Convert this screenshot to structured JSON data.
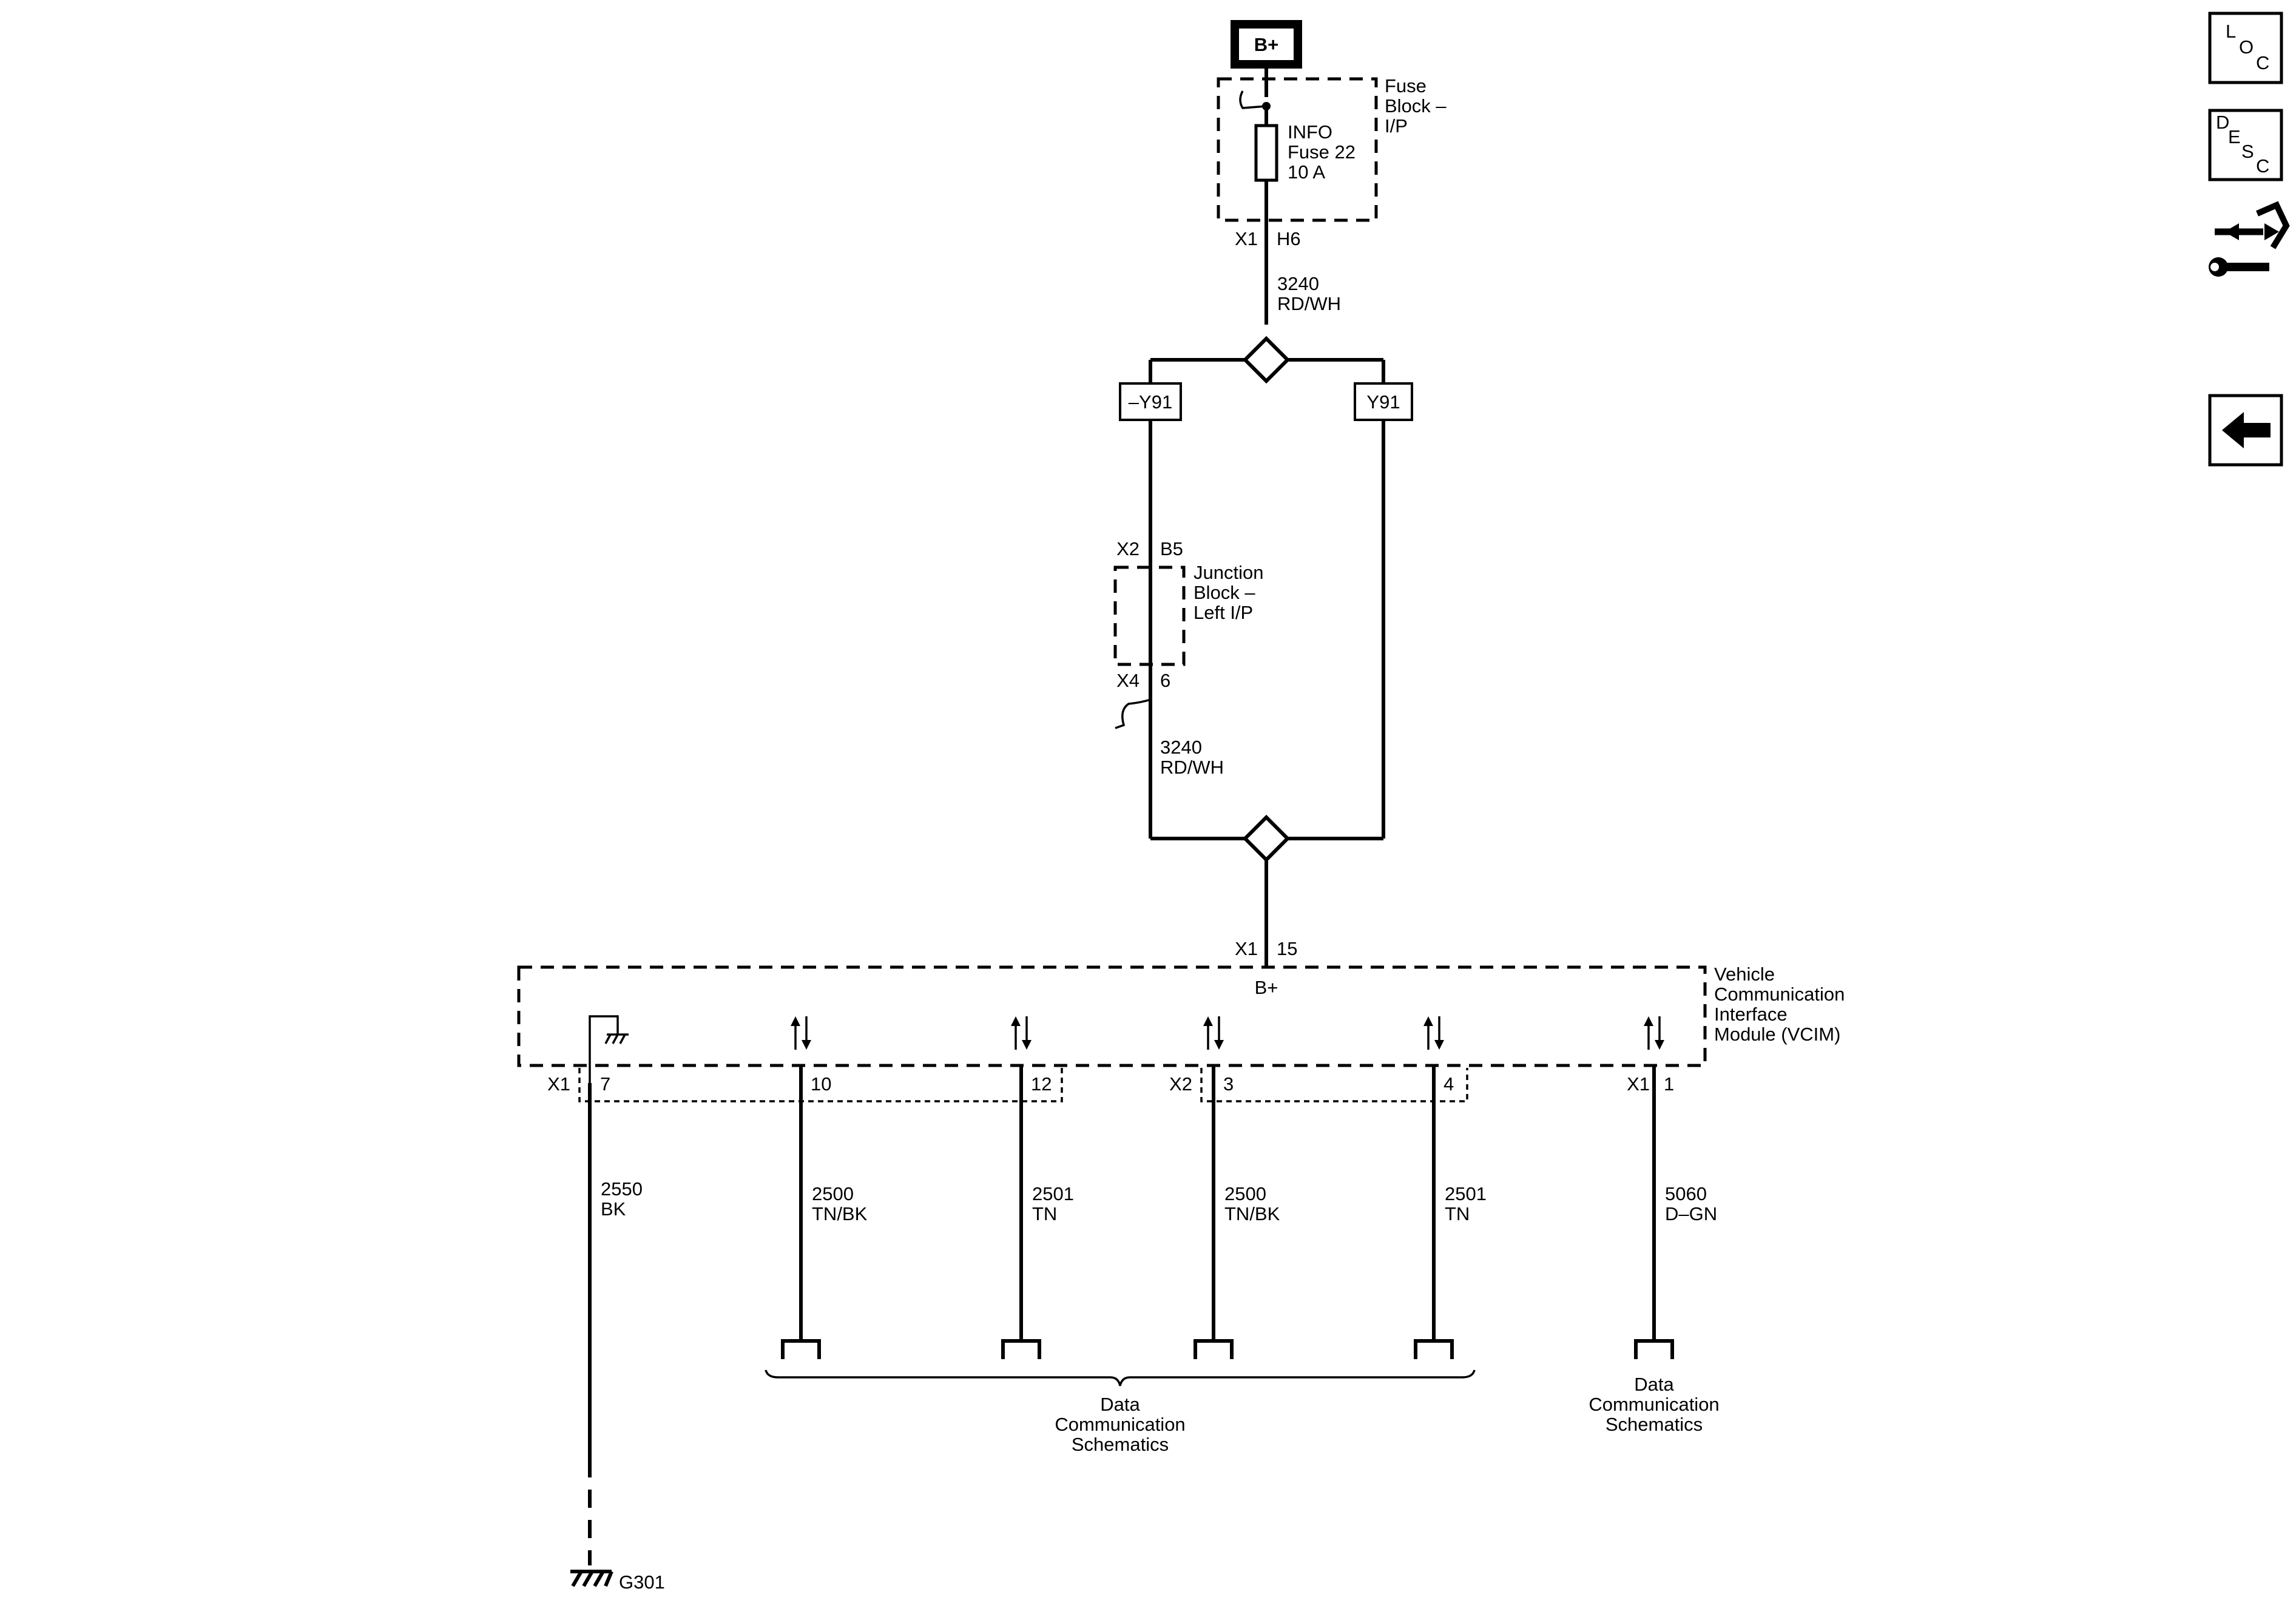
{
  "power": {
    "label": "B+"
  },
  "fuse_block": {
    "name_lines": [
      "Fuse",
      "Block –",
      "I/P"
    ],
    "fuse_lines": [
      "INFO",
      "Fuse 22",
      "10 A"
    ],
    "connector": "X1",
    "pin": "H6"
  },
  "wire_top": {
    "circuit": "3240",
    "color": "RD/WH"
  },
  "options": {
    "left": "–Y91",
    "right": "Y91"
  },
  "junction_block": {
    "name_lines": [
      "Junction",
      "Block –",
      "Left I/P"
    ],
    "top_connector": "X2",
    "top_pin": "B5",
    "bottom_connector": "X4",
    "bottom_pin": "6"
  },
  "wire_mid": {
    "circuit": "3240",
    "color": "RD/WH"
  },
  "vcim": {
    "name_lines": [
      "Vehicle",
      "Communication",
      "Interface",
      "Module (VCIM)"
    ],
    "power_connector": "X1",
    "power_pin": "15",
    "power_label": "B+",
    "pins": [
      {
        "connector": "X1",
        "pin": "7",
        "circuit": "2550",
        "color": "BK"
      },
      {
        "connector": "",
        "pin": "10",
        "circuit": "2500",
        "color": "TN/BK"
      },
      {
        "connector": "",
        "pin": "12",
        "circuit": "2501",
        "color": "TN"
      },
      {
        "connector": "X2",
        "pin": "3",
        "circuit": "2500",
        "color": "TN/BK"
      },
      {
        "connector": "",
        "pin": "4",
        "circuit": "2501",
        "color": "TN"
      },
      {
        "connector": "X1",
        "pin": "1",
        "circuit": "5060",
        "color": "D–GN"
      }
    ]
  },
  "data_comm_group": {
    "lines": [
      "Data",
      "Communication",
      "Schematics"
    ]
  },
  "data_comm_single": {
    "lines": [
      "Data",
      "Communication",
      "Schematics"
    ]
  },
  "ground": {
    "label": "G301"
  },
  "nav": {
    "loc": [
      "L",
      "O",
      "C"
    ],
    "desc": [
      "D",
      "E",
      "S",
      "C"
    ],
    "connector_icon": "connector-views-icon",
    "back_icon": "back-arrow-icon"
  }
}
